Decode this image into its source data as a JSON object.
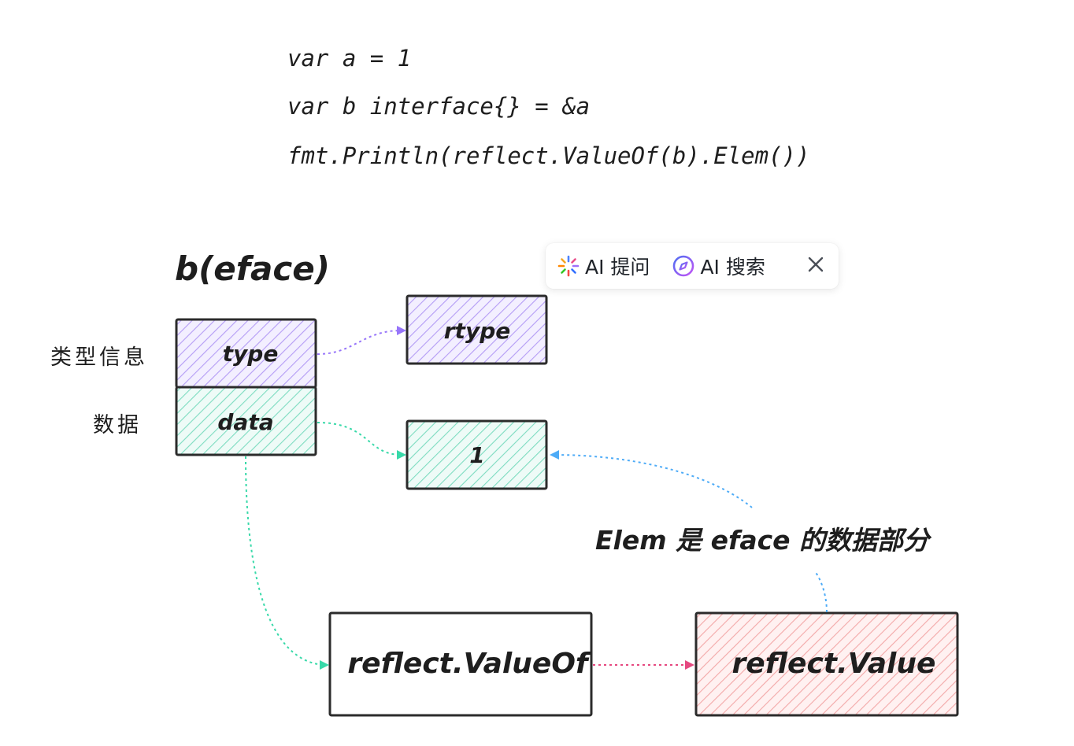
{
  "code": {
    "line1": "var a = 1",
    "line2": "var b interface{} = &a",
    "line3": "fmt.Println(reflect.ValueOf(b).Elem())"
  },
  "diagram": {
    "title": "b(eface)",
    "type_label": "类型信息",
    "data_label": "数据",
    "type_box": "type",
    "data_box": "data",
    "rtype_box": "rtype",
    "value_box": "1",
    "valueof_box": "reflect.ValueOf",
    "reflect_value_box": "reflect.Value",
    "elem_note": "Elem 是 eface 的数据部分"
  },
  "toolbar": {
    "ask_label": "AI 提问",
    "search_label": "AI 搜索",
    "ask_icon": "sparkle-icon",
    "search_icon": "compass-icon",
    "close_icon": "close-icon"
  },
  "colors": {
    "type_fill": "#d0bfff",
    "data_fill": "#96f2d7",
    "value_fill": "#ffc9c9",
    "arrow_purple": "#9775fa",
    "arrow_teal": "#38d9a9",
    "arrow_blue": "#4dabf7",
    "arrow_pink": "#e64980"
  }
}
